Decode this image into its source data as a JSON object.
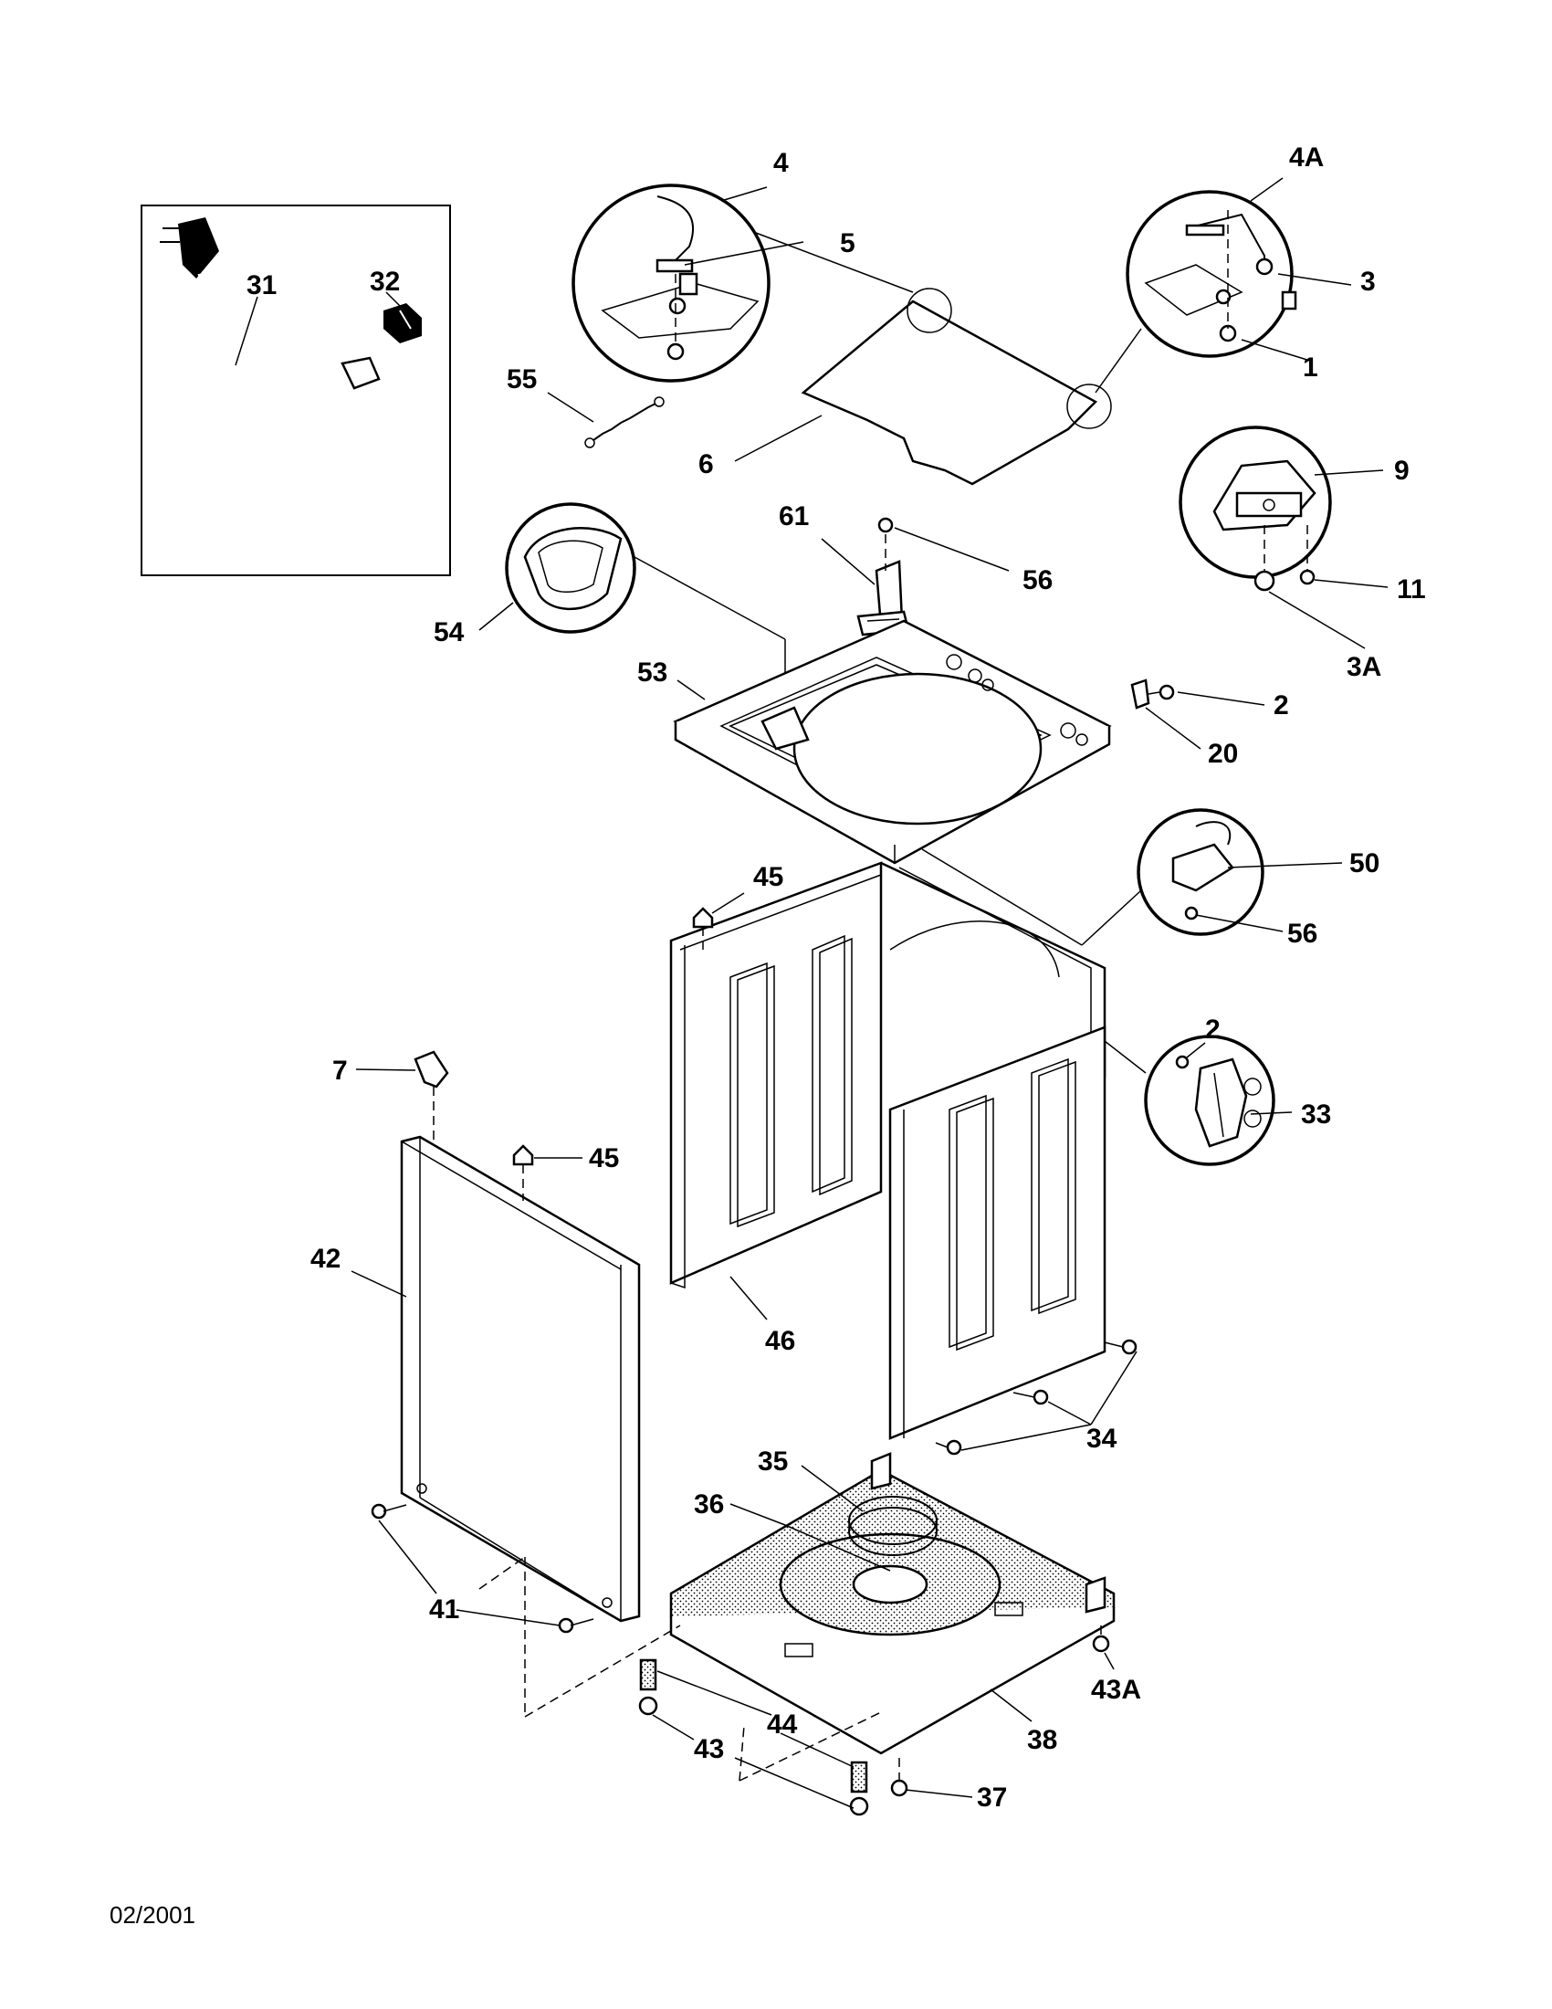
{
  "date": "02/2001",
  "labels": {
    "l1": "1",
    "l2a": "2",
    "l2b": "2",
    "l3": "3",
    "l3A": "3A",
    "l4": "4",
    "l4A": "4A",
    "l5": "5",
    "l6": "6",
    "l7": "7",
    "l9": "9",
    "l11": "11",
    "l20": "20",
    "l31": "31",
    "l32": "32",
    "l33": "33",
    "l34": "34",
    "l35": "35",
    "l36": "36",
    "l37": "37",
    "l38": "38",
    "l41": "41",
    "l42": "42",
    "l43": "43",
    "l43A": "43A",
    "l44": "44",
    "l45a": "45",
    "l45b": "45",
    "l46": "46",
    "l50": "50",
    "l53": "53",
    "l54": "54",
    "l55": "55",
    "l56a": "56",
    "l56b": "56",
    "l61": "61"
  }
}
